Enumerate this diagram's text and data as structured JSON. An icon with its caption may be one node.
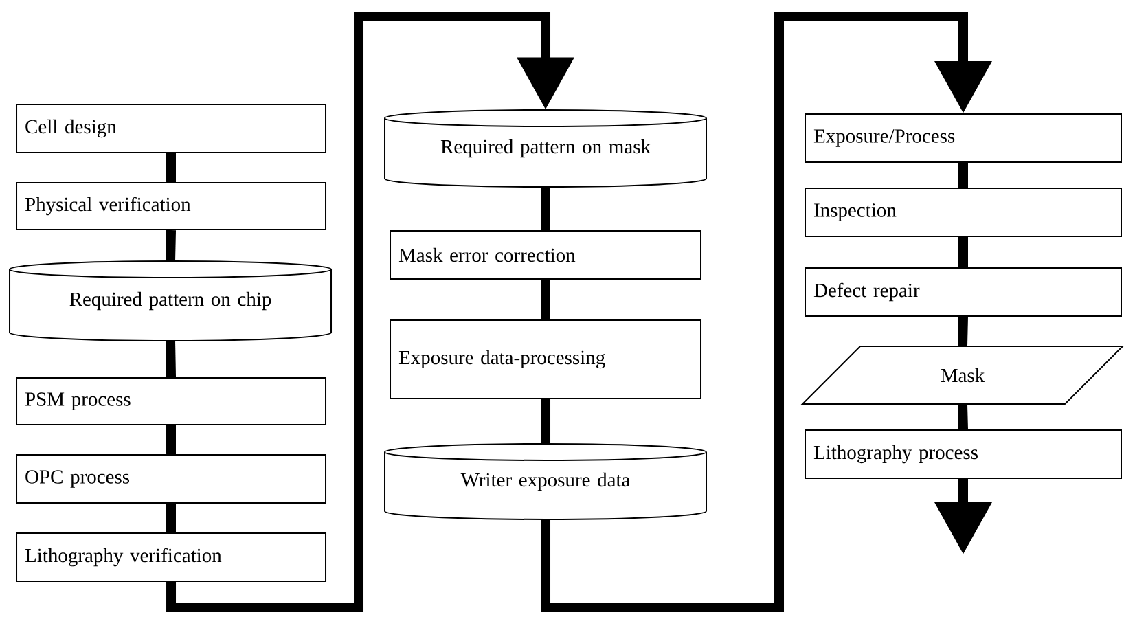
{
  "diagram": {
    "nodes": [
      {
        "text": [
          "Cell design"
        ]
      },
      {
        "text": [
          "Physical verification"
        ]
      },
      {
        "text": [
          "Required pattern on chip"
        ]
      },
      {
        "text": [
          "PSM process"
        ]
      },
      {
        "text": [
          "OPC process"
        ]
      },
      {
        "text": [
          "Lithography verification"
        ]
      },
      {
        "text": [
          "Required pattern on mask"
        ]
      },
      {
        "text": [
          "Mask error correction"
        ]
      },
      {
        "text": [
          "Exposure data-processing"
        ]
      },
      {
        "text": [
          "Writer exposure data"
        ]
      },
      {
        "text": [
          "Exposure/Process"
        ]
      },
      {
        "text": [
          "Inspection"
        ]
      },
      {
        "text": [
          "Defect repair"
        ]
      },
      {
        "text": [
          "Mask"
        ]
      },
      {
        "text": [
          "Lithography process"
        ]
      }
    ],
    "edges": [
      {
        "from": 0,
        "to": 1,
        "arrow": "none"
      },
      {
        "from": 1,
        "to": 2,
        "arrow": "none"
      },
      {
        "from": 2,
        "to": 3,
        "arrow": "none"
      },
      {
        "from": 3,
        "to": 4,
        "arrow": "none"
      },
      {
        "from": 4,
        "to": 5,
        "arrow": "none"
      },
      {
        "from": 5,
        "to": 6,
        "arrow": "to"
      },
      {
        "from": 6,
        "to": 7,
        "arrow": "none"
      },
      {
        "from": 7,
        "to": 8,
        "arrow": "none"
      },
      {
        "from": 8,
        "to": 9,
        "arrow": "none"
      },
      {
        "from": 9,
        "to": 10,
        "arrow": "to"
      },
      {
        "from": 10,
        "to": 11,
        "arrow": "none"
      },
      {
        "from": 11,
        "to": 12,
        "arrow": "none"
      },
      {
        "from": 12,
        "to": 13,
        "arrow": "none"
      },
      {
        "from": 13,
        "to": 14,
        "arrow": "none"
      },
      {
        "from": 14,
        "to": null,
        "arrow": "to"
      }
    ]
  }
}
